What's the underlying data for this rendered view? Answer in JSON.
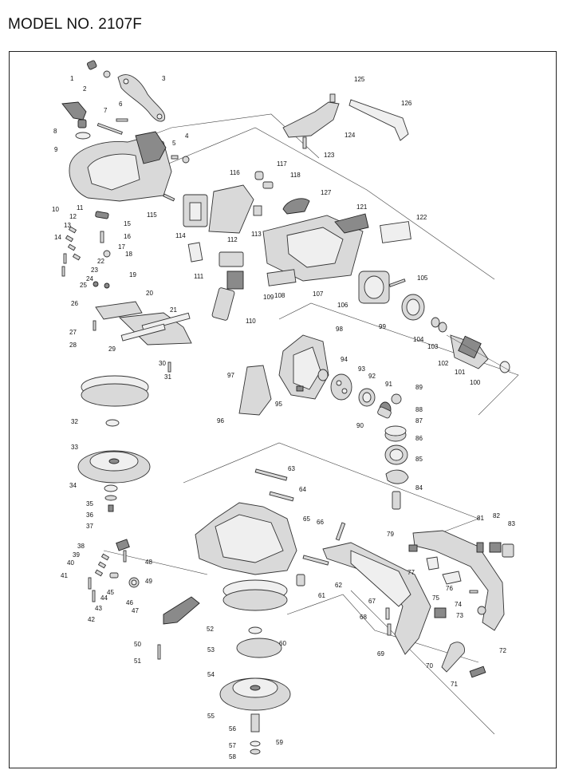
{
  "title": "MODEL NO. 2107F",
  "labels": {
    "p1": "1",
    "p2": "2",
    "p3": "3",
    "p4": "4",
    "p5": "5",
    "p6": "6",
    "p7": "7",
    "p8": "8",
    "p9": "9",
    "p10": "10",
    "p11": "11",
    "p12": "12",
    "p13": "13",
    "p14": "14",
    "p15": "15",
    "p16": "16",
    "p17": "17",
    "p18": "18",
    "p19": "19",
    "p20": "20",
    "p21": "21",
    "p22": "22",
    "p23": "23",
    "p24": "24",
    "p25": "25",
    "p26": "26",
    "p27": "27",
    "p28": "28",
    "p29": "29",
    "p30": "30",
    "p31": "31",
    "p32": "32",
    "p33": "33",
    "p34": "34",
    "p35": "35",
    "p36": "36",
    "p37": "37",
    "p38": "38",
    "p39": "39",
    "p40": "40",
    "p41": "41",
    "p42": "42",
    "p43": "43",
    "p44": "44",
    "p45": "45",
    "p46": "46",
    "p47": "47",
    "p48": "48",
    "p49": "49",
    "p50": "50",
    "p51": "51",
    "p52": "52",
    "p53": "53",
    "p54": "54",
    "p55": "55",
    "p56": "56",
    "p57": "57",
    "p58": "58",
    "p59": "59",
    "p60": "60",
    "p61": "61",
    "p62": "62",
    "p63": "63",
    "p64": "64",
    "p65": "65",
    "p66": "66",
    "p67": "67",
    "p68": "68",
    "p69": "69",
    "p70": "70",
    "p71": "71",
    "p72": "72",
    "p73": "73",
    "p74": "74",
    "p75": "75",
    "p76": "76",
    "p77": "77",
    "p79": "79",
    "p81": "81",
    "p82": "82",
    "p83": "83",
    "p84": "84",
    "p85": "85",
    "p86": "86",
    "p87": "87",
    "p88": "88",
    "p89": "89",
    "p90": "90",
    "p91": "91",
    "p92": "92",
    "p93": "93",
    "p94": "94",
    "p95": "95",
    "p96": "96",
    "p97": "97",
    "p98": "98",
    "p99": "99",
    "p100": "100",
    "p101": "101",
    "p102": "102",
    "p103": "103",
    "p104": "104",
    "p105": "105",
    "p106": "106",
    "p107": "107",
    "p108": "108",
    "p109": "109",
    "p110": "110",
    "p111": "111",
    "p112": "112",
    "p113": "113",
    "p114": "114",
    "p115": "115",
    "p116": "116",
    "p117": "117",
    "p118": "118",
    "p121": "121",
    "p122": "122",
    "p123": "123",
    "p124": "124",
    "p125": "125",
    "p126": "126",
    "p127": "127"
  },
  "colors": {
    "part_fill": "#d9d9d9",
    "part_dark": "#8a8a8a",
    "outline": "#333333"
  }
}
